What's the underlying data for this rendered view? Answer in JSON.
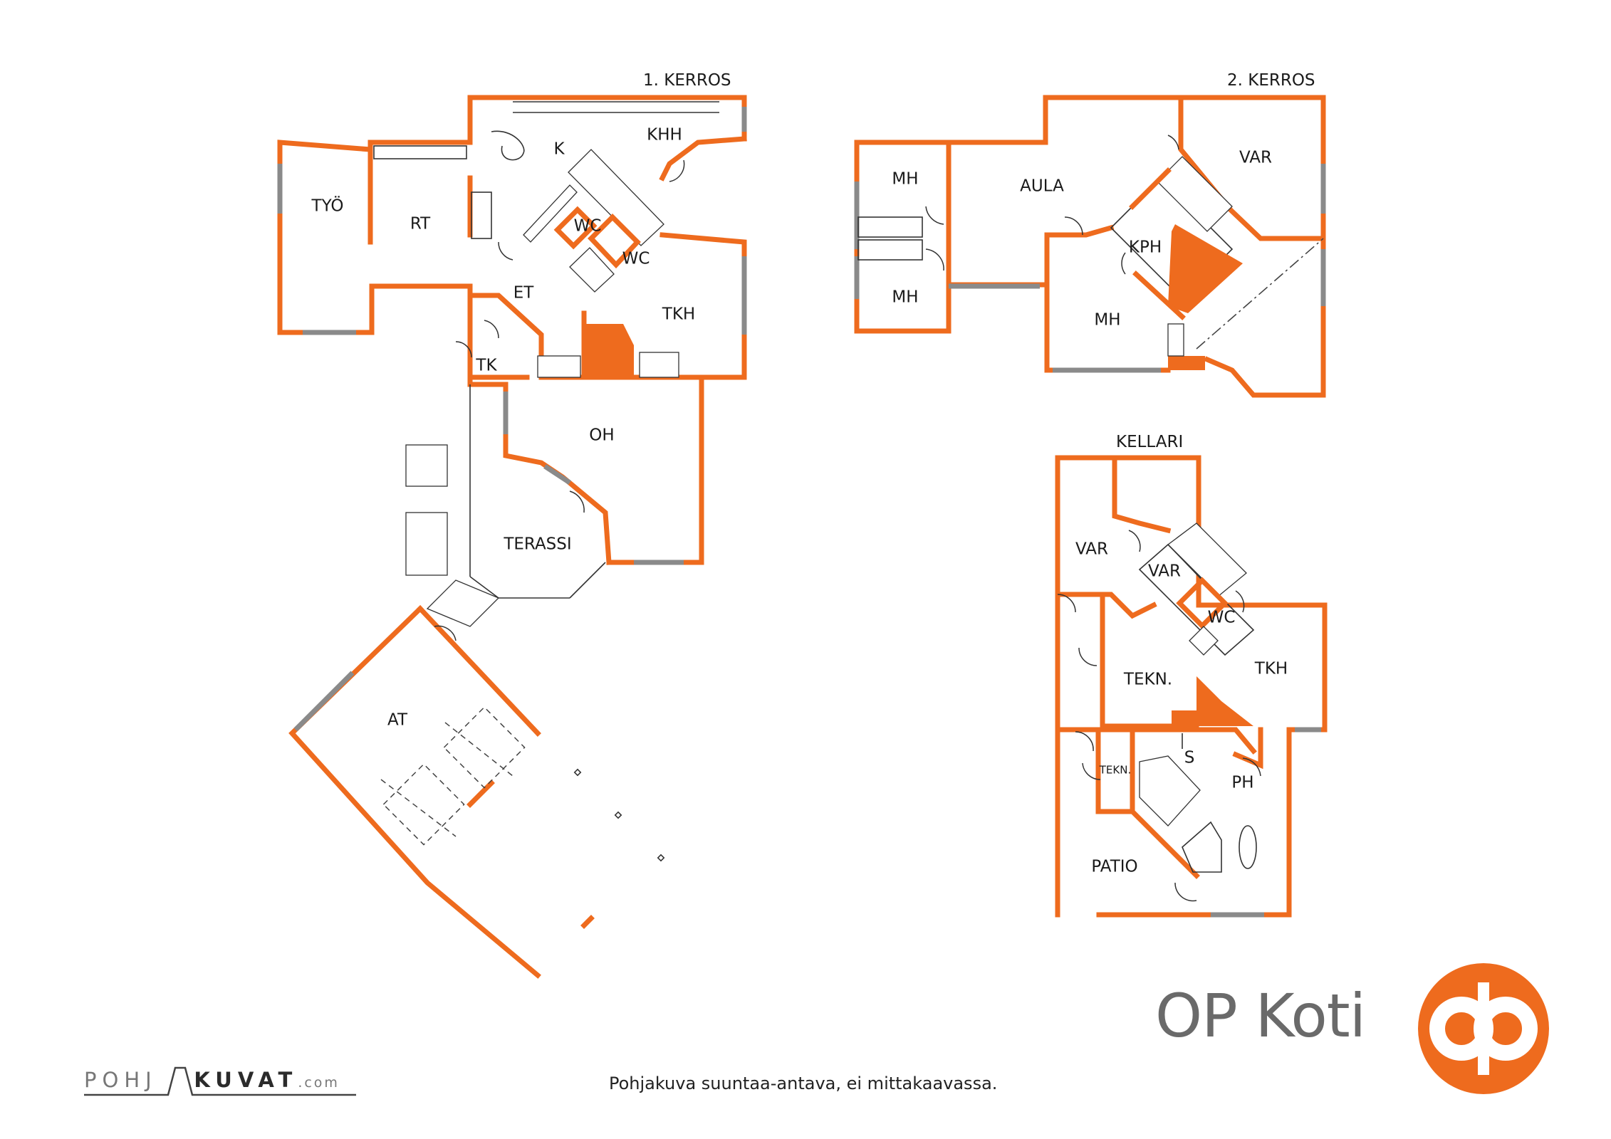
{
  "floors": {
    "first": {
      "title": "1. KERROS",
      "rooms": {
        "k": "K",
        "khh": "KHH",
        "tyo": "TYÖ",
        "rt": "RT",
        "wc1": "WC",
        "wc2": "WC",
        "et": "ET",
        "tkh": "TKH",
        "tk": "TK",
        "oh": "OH",
        "terassi": "TERASSI",
        "at": "AT"
      }
    },
    "second": {
      "title": "2. KERROS",
      "rooms": {
        "mh1": "MH",
        "mh2": "MH",
        "aula": "AULA",
        "var": "VAR",
        "kph": "KPH",
        "mh3": "MH"
      }
    },
    "basement": {
      "title": "KELLARI",
      "rooms": {
        "var1": "VAR",
        "var2": "VAR",
        "wc": "WC",
        "tekn1": "TEKN.",
        "tkh": "TKH",
        "tekn2": "TEKN.",
        "s": "S",
        "ph": "PH",
        "patio": "PATIO"
      }
    }
  },
  "branding": {
    "company": "OP Koti",
    "credit_part1": "POHJ",
    "credit_part2": "KUVAT",
    "credit_part3": ".com",
    "disclaimer": "Pohjakuva suuntaa-antava, ei mittakaavassa."
  },
  "colors": {
    "wall": "#ee6b1e",
    "window": "#8a8a8a",
    "brand_text": "#6a6a6a",
    "logo": "#ee6b1e"
  }
}
